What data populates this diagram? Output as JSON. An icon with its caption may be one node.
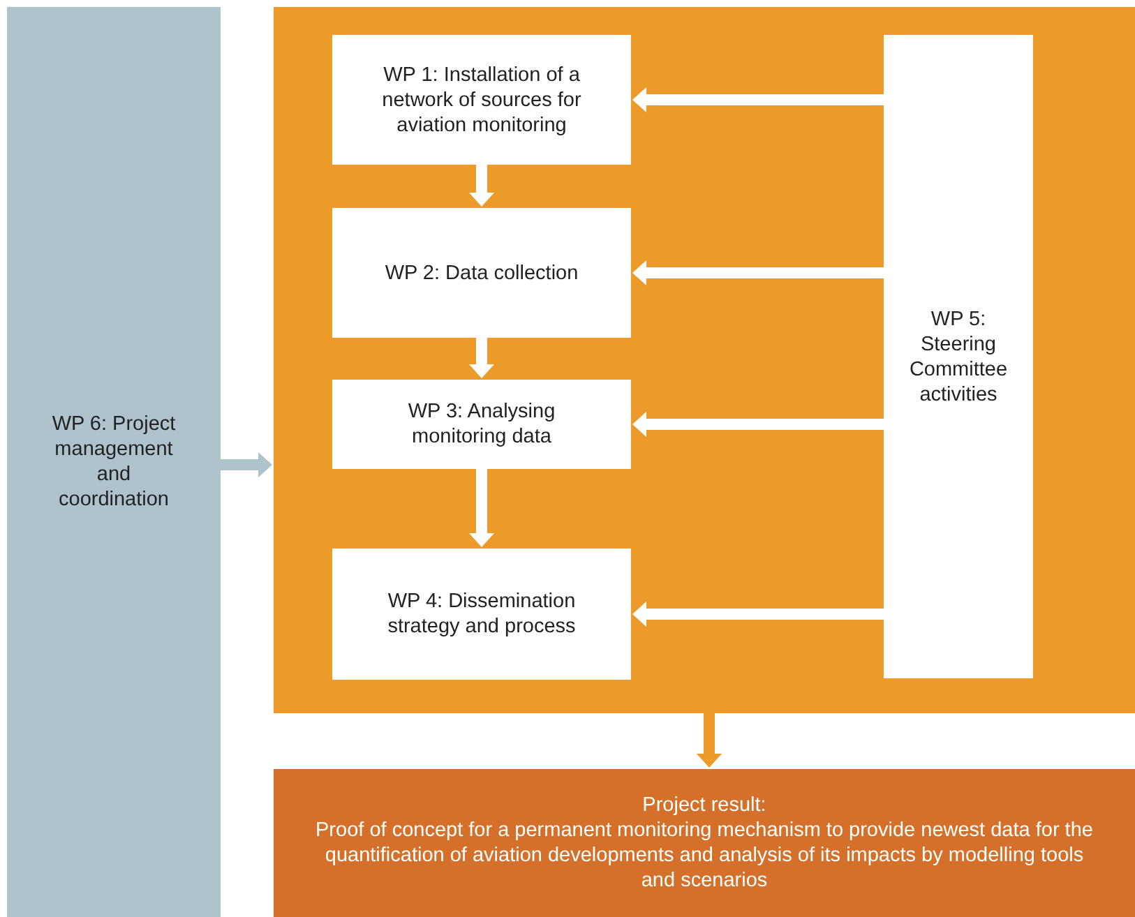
{
  "diagram": {
    "nodes": [
      {
        "text": [
          "WP 6: Project management and coordination"
        ]
      },
      {
        "text": [],
        "shape": "box"
      },
      {
        "text": [
          "WP 1: Installation of a network of sources for aviation monitoring"
        ],
        "in": 1
      },
      {
        "text": [
          "WP 2: Data collection"
        ],
        "in": 1
      },
      {
        "text": [
          "WP 3: Analysing monitoring data"
        ],
        "in": 1
      },
      {
        "text": [
          "WP 4: Dissemination strategy and process"
        ],
        "in": 1
      },
      {
        "text": [
          "WP 5: Steering Committee activities"
        ],
        "in": 1
      },
      {
        "text": [
          "Project result:",
          "Proof of concept for a permanent monitoring mechanism to provide newest data for the quantification of aviation developments and analysis of its impacts by modelling tools and scenarios"
        ]
      }
    ],
    "edges": [
      {
        "from": 2,
        "to": 3,
        "arrow": "to"
      },
      {
        "from": 3,
        "to": 4,
        "arrow": "to"
      },
      {
        "from": 4,
        "to": 5,
        "arrow": "to"
      },
      {
        "from": 6,
        "to": 2,
        "arrow": "to"
      },
      {
        "from": 6,
        "to": 3,
        "arrow": "to"
      },
      {
        "from": 6,
        "to": 4,
        "arrow": "to"
      },
      {
        "from": 6,
        "to": 5,
        "arrow": "to"
      },
      {
        "from": 0,
        "to": 1,
        "arrow": "to",
        "color": "#aec3cb"
      },
      {
        "from": 1,
        "to": 7,
        "arrow": "to",
        "color": "#ec9a2a"
      }
    ]
  }
}
